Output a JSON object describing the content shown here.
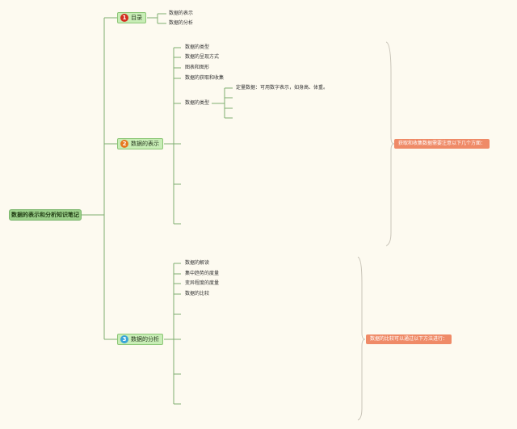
{
  "root": "数据的表示和分析知识笔记",
  "branches": [
    {
      "badge": "1",
      "badge_color": "#d42d1f",
      "label": "目录",
      "children": [
        "数据的表示",
        "数据的分析"
      ]
    },
    {
      "badge": "2",
      "badge_color": "#e6781f",
      "label": "数据的表示",
      "children": [
        "数据的类型",
        "数据的呈现方式",
        "图表和图形",
        "数据的获取和收集",
        "数据的类型"
      ],
      "subnote": "定量数据：可用数字表示，如身高、体重。",
      "summary": "获取和收集数据需要注意以下几个方面："
    },
    {
      "badge": "3",
      "badge_color": "#3aa4d8",
      "label": "数据的分析",
      "children": [
        "数据的解读",
        "集中趋势的度量",
        "变异程度的度量",
        "数据的比较"
      ],
      "summary": "数据的比较可以通过以下方法进行："
    }
  ],
  "colors": {
    "line": "#7fae6f",
    "summary_bg": "#ef8a67",
    "brace": "#c9c4b8"
  }
}
